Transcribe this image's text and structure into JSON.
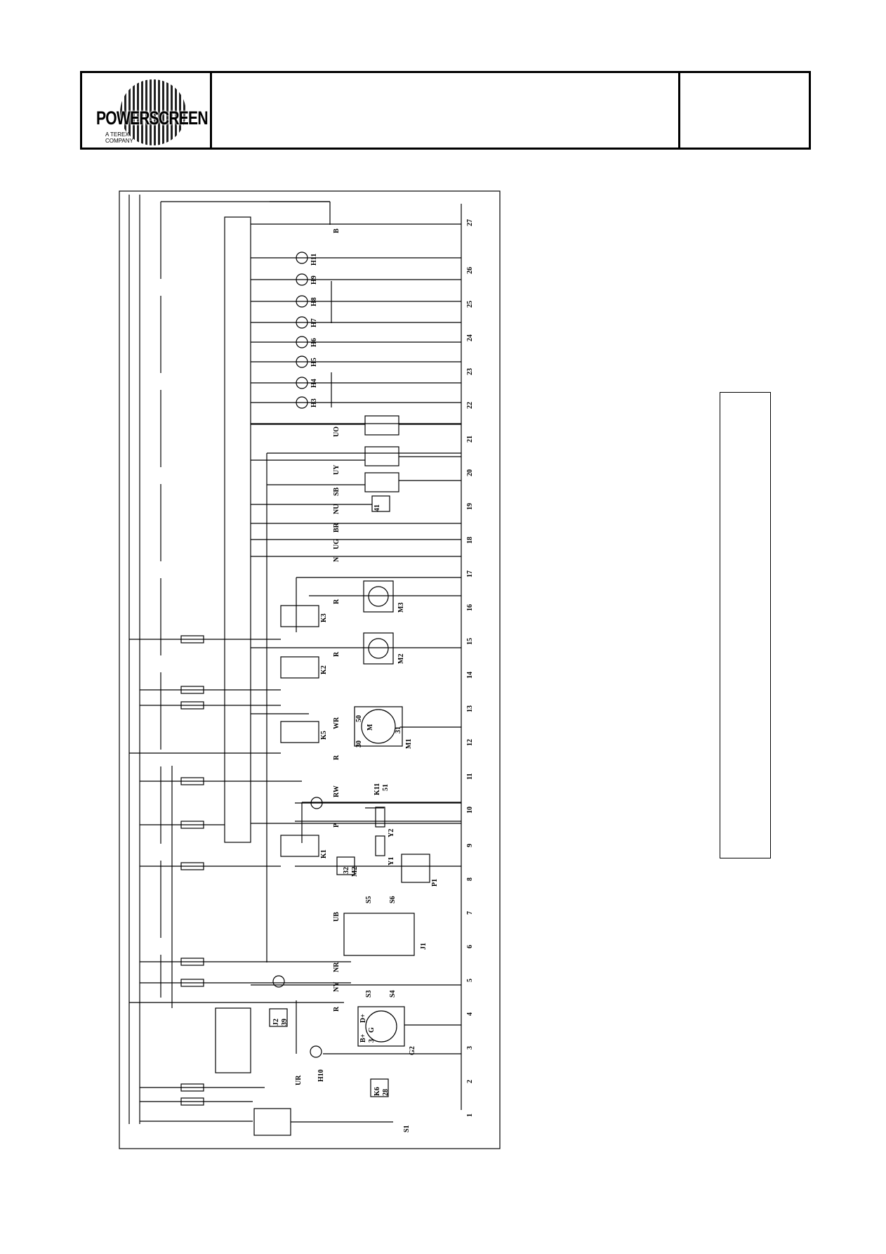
{
  "header": {
    "logo_text": "POWERSCREEN",
    "logo_subtitle_1": "A TEREX",
    "logo_subtitle_2": "COMPANY",
    "title": "",
    "reference": ""
  },
  "diagram": {
    "line_numbers": [
      "1",
      "2",
      "3",
      "4",
      "5",
      "6",
      "7",
      "8",
      "9",
      "10",
      "11",
      "12",
      "13",
      "14",
      "15",
      "16",
      "17",
      "18",
      "19",
      "20",
      "21",
      "22",
      "23",
      "24",
      "25",
      "26",
      "27"
    ],
    "wire_codes": {
      "B": "B",
      "UO": "UO",
      "UY": "UY",
      "SB": "SB",
      "NU": "NU",
      "BR": "BR",
      "UG": "UG",
      "N": "N",
      "R_K3": "R",
      "R_K2": "R",
      "WR": "WR",
      "R_K5": "R",
      "RW": "RW",
      "P": "P",
      "UB": "UB",
      "NR": "NR",
      "NY": "NY",
      "R_G2": "R",
      "UR": "UR"
    },
    "components": {
      "H3": "H3",
      "H4": "H4",
      "H5": "H5",
      "H6": "H6",
      "H7": "H7",
      "H8": "H8",
      "H9": "H9",
      "H11": "H11",
      "H10": "H10",
      "K1": "K1",
      "K2": "K2",
      "K3": "K3",
      "K5": "K5",
      "M1": "M1",
      "M2": "M2",
      "M3": "M3",
      "Y1": "Y1",
      "Y2": "Y2",
      "P1": "P1",
      "J1": "J1",
      "G2": "G2",
      "S1": "S1",
      "S3": "S3",
      "S4": "S4",
      "S5": "S5",
      "S6": "S6"
    },
    "connector_blocks": {
      "K11_top": "K11",
      "K11_bottom": "51",
      "M2_top": "32",
      "M2_bottom": "M2",
      "J2_top": "J2",
      "J2_bottom": "39",
      "K6_top": "K6",
      "K6_bottom": "28",
      "block41": "41"
    },
    "motor_terminals": {
      "t50": "50",
      "t30": "30",
      "t31": "31",
      "m": "M"
    },
    "alternator_terminals": {
      "d_plus": "D+",
      "b_plus": "B+",
      "g": "G",
      "three": "3"
    }
  }
}
